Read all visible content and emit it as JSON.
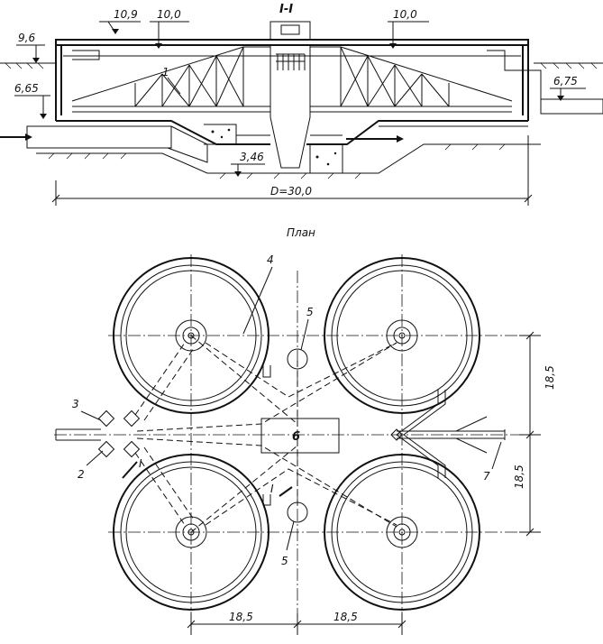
{
  "section": {
    "title": "I-I",
    "elev_wall_top": "10,9",
    "elev_water_left": "10,0",
    "elev_water_right": "10,0",
    "elev_ground": "9,6",
    "elev_inlet": "6,65",
    "elev_outlet": "6,75",
    "elev_sludge": "3,46",
    "callout_1": "1",
    "diameter": "D=30,0"
  },
  "plan": {
    "title": "План",
    "callout_2": "2",
    "callout_3": "3",
    "callout_4": "4",
    "callout_5_top": "5",
    "callout_5_bottom": "5",
    "callout_6": "6",
    "callout_7": "7",
    "section_mark_left": "I",
    "section_mark_right": "I",
    "dim_right_top": "18,5",
    "dim_right_bottom": "18,5",
    "dim_bottom_left": "18,5",
    "dim_bottom_right": "18,5"
  }
}
